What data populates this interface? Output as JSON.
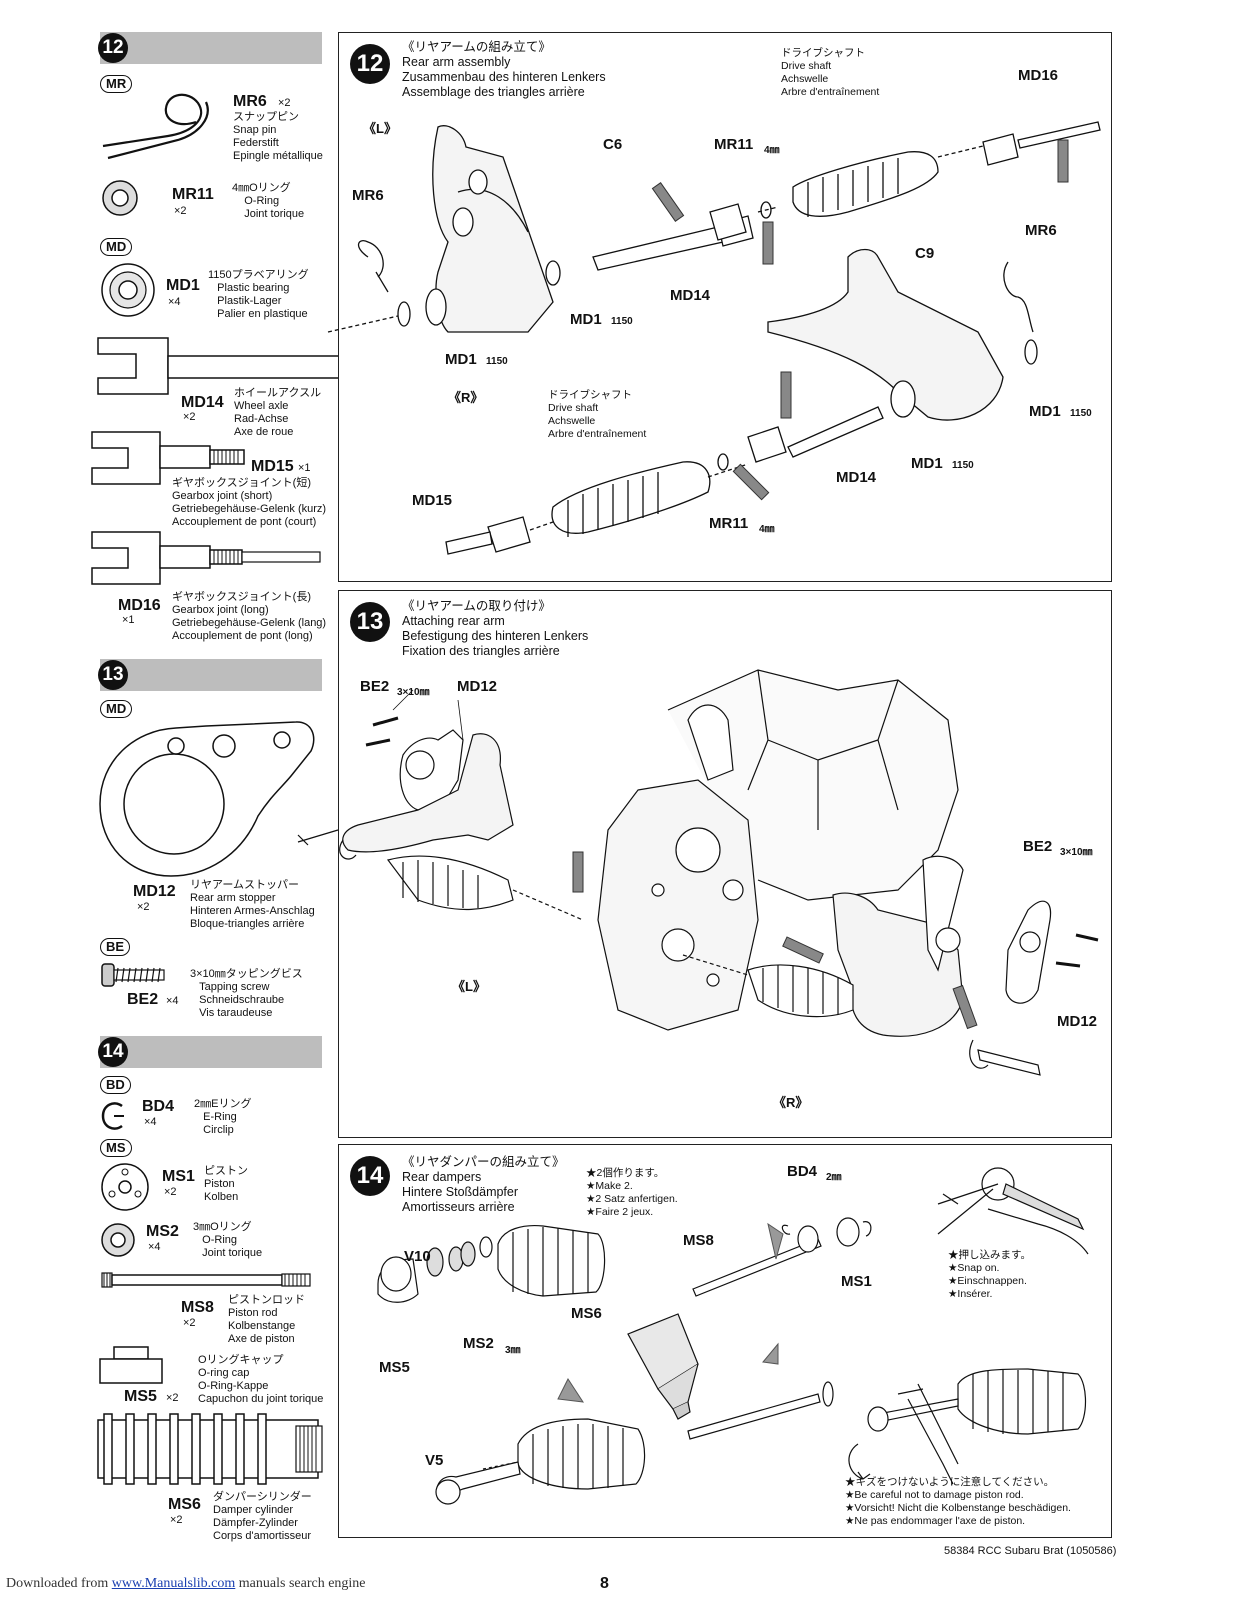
{
  "steps": {
    "s12": {
      "num": "12",
      "title": "《リヤアームの組み立て》\nRear arm assembly\nZusammenbau des hinteren Lenkers\nAssemblage des triangles arrière"
    },
    "s13": {
      "num": "13",
      "title": "《リヤアームの取り付け》\nAttaching rear arm\nBefestigung des hinteren Lenkers\nFixation des triangles arrière"
    },
    "s14": {
      "num": "14",
      "title": "《リヤダンパーの組み立て》\nRear dampers\nHintere Stoßdämpfer\nAmortisseurs arrière"
    }
  },
  "bags": {
    "mr": "MR",
    "md": "MD",
    "be": "BE",
    "bd": "BD",
    "ms": "MS"
  },
  "parts": {
    "mr6": {
      "code": "MR6",
      "qty": "×2",
      "desc": "スナップピン\nSnap pin\nFederstift\nEpingle métallique"
    },
    "mr11": {
      "code": "MR11",
      "qty": "×2",
      "desc": "4㎜Oリング\n    O-Ring\n    Joint torique"
    },
    "md1": {
      "code": "MD1",
      "qty": "×4",
      "desc": "1150プラベアリング\n   Plastic bearing\n   Plastik-Lager\n   Palier en plastique"
    },
    "md14": {
      "code": "MD14",
      "qty": "×2",
      "desc": "ホイールアクスル\nWheel axle\nRad-Achse\nAxe de roue"
    },
    "md15": {
      "code": "MD15",
      "qty": "×1",
      "desc": "ギヤボックスジョイント(短)\nGearbox joint (short)\nGetriebegehäuse-Gelenk (kurz)\nAccouplement de pont (court)"
    },
    "md16": {
      "code": "MD16",
      "qty": "×1",
      "desc": "ギヤボックスジョイント(長)\nGearbox joint (long)\nGetriebegehäuse-Gelenk (lang)\nAccouplement de pont (long)"
    },
    "md12": {
      "code": "MD12",
      "qty": "×2",
      "desc": "リヤアームストッパー\nRear arm stopper\nHinteren Armes-Anschlag\nBloque-triangles arrière"
    },
    "be2": {
      "code": "BE2",
      "qty": "×4",
      "desc": "3×10㎜タッピングビス\n   Tapping screw\n   Schneidschraube\n   Vis taraudeuse"
    },
    "bd4": {
      "code": "BD4",
      "qty": "×4",
      "desc": "2㎜Eリング\n   E-Ring\n   Circlip"
    },
    "ms1": {
      "code": "MS1",
      "qty": "×2",
      "desc": "ピストン\nPiston\nKolben"
    },
    "ms2": {
      "code": "MS2",
      "qty": "×4",
      "desc": "3㎜Oリング\n   O-Ring\n   Joint torique"
    },
    "ms8": {
      "code": "MS8",
      "qty": "×2",
      "desc": "ピストンロッド\nPiston rod\nKolbenstange\nAxe de piston"
    },
    "ms5": {
      "code": "MS5",
      "qty": "×2",
      "desc": "Oリングキャップ\nO-ring cap\nO-Ring-Kappe\nCapuchon du joint torique"
    },
    "ms6": {
      "code": "MS6",
      "qty": "×2",
      "desc": "ダンパーシリンダー\nDamper cylinder\nDämpfer-Zylinder\nCorps d'amortisseur"
    }
  },
  "s12_labels": {
    "L": "《L》",
    "R": "《R》",
    "c6": "C6",
    "c9": "C9",
    "md16": "MD16",
    "mr6a": "MR6",
    "mr6b": "MR6",
    "mr11a": "MR11",
    "mr11a_sz": "4㎜",
    "mr11b": "MR11",
    "mr11b_sz": "4㎜",
    "md14a": "MD14",
    "md14b": "MD14",
    "md15": "MD15",
    "md1a": "MD1",
    "md1a_sz": "1150",
    "md1b": "MD1",
    "md1b_sz": "1150",
    "md1c": "MD1",
    "md1c_sz": "1150",
    "md1d": "MD1",
    "md1d_sz": "1150",
    "driveshaft": "ドライブシャフト\nDrive shaft\nAchswelle\nArbre d'entraînement"
  },
  "s13_labels": {
    "be2a": "BE2",
    "be2a_sz": "3×10㎜",
    "md12a": "MD12",
    "be2b": "BE2",
    "be2b_sz": "3×10㎜",
    "md12b": "MD12",
    "L": "《L》",
    "R": "《R》"
  },
  "s14_labels": {
    "make2": "★2個作ります。\n★Make 2.\n★2 Satz anfertigen.\n★Faire 2 jeux.",
    "bd4": "BD4",
    "bd4_sz": "2㎜",
    "ms8": "MS8",
    "ms1": "MS1",
    "v10": "V10",
    "ms6": "MS6",
    "ms2": "MS2",
    "ms2_sz": "3㎜",
    "ms5": "MS5",
    "v5": "V5",
    "snap": "★押し込みます。\n★Snap on.\n★Einschnappen.\n★Insérer.",
    "careful": "★キズをつけないように注意してください。\n★Be careful not to damage piston rod.\n★Vorsicht! Nicht die Kolbenstange beschädigen.\n★Ne pas endommager l'axe de piston."
  },
  "footer": {
    "downloaded": "Downloaded from",
    "site": "www.Manualslib.com",
    "engine": " manuals search engine",
    "page": "8",
    "model": "58384 RCC Subaru Brat (1050586)"
  }
}
